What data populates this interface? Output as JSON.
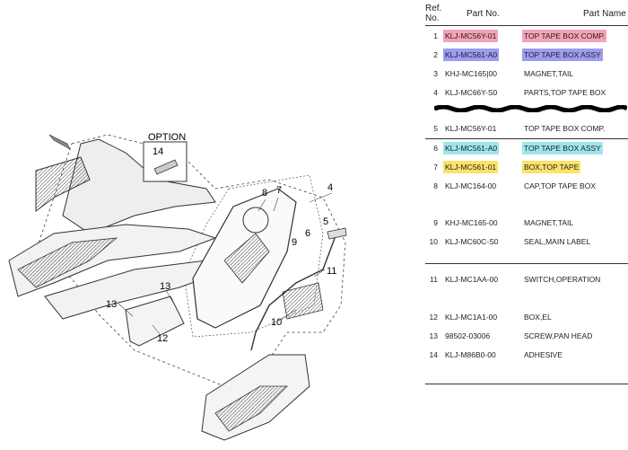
{
  "diagram": {
    "option_label": "OPTION",
    "callouts": [
      "4",
      "5",
      "6",
      "7",
      "8",
      "9",
      "10",
      "11",
      "12",
      "13",
      "13",
      "14"
    ]
  },
  "table": {
    "header": {
      "ref": "Ref.\nNo.",
      "part_no": "Part No.",
      "part_name": "Part Name"
    },
    "rows": [
      {
        "ref": "1",
        "part_no": "KLJ-MC56Y-01",
        "part_name": "TOP TAPE BOX COMP.",
        "hl": "pink"
      },
      {
        "ref": "2",
        "part_no": "KLJ-MC561-A0",
        "part_name": "TOP TAPE BOX ASSY",
        "hl": "blue"
      },
      {
        "ref": "3",
        "part_no": "KHJ-MC165|00",
        "part_name": "MAGNET,TAIL",
        "hl": ""
      },
      {
        "ref": "4",
        "part_no": "KLJ-MC66Y-S0",
        "part_name": "PARTS,TOP TAPE BOX",
        "hl": ""
      },
      {
        "ref": "5",
        "part_no": "KLJ-MC56Y-01",
        "part_name": "TOP TAPE BOX COMP.",
        "hl": ""
      },
      {
        "ref": "6",
        "part_no": "KLJ-MC561-A0",
        "part_name": "TOP TAPE BOX ASSY",
        "hl": "cyan"
      },
      {
        "ref": "7",
        "part_no": "KLJ-MC561-01",
        "part_name": "BOX,TOP TAPE",
        "hl": "yellow"
      },
      {
        "ref": "8",
        "part_no": "KLJ-MC164-00",
        "part_name": "CAP,TOP TAPE BOX",
        "hl": ""
      },
      {
        "ref": "9",
        "part_no": "KHJ-MC165-00",
        "part_name": "MAGNET,TAIL",
        "hl": ""
      },
      {
        "ref": "10",
        "part_no": "KLJ-MC60C-S0",
        "part_name": "SEAL,MAIN LABEL",
        "hl": ""
      },
      {
        "ref": "11",
        "part_no": "KLJ-MC1AA-00",
        "part_name": "SWITCH,OPERATION",
        "hl": ""
      },
      {
        "ref": "12",
        "part_no": "KLJ-MC1A1-00",
        "part_name": "BOX,EL",
        "hl": ""
      },
      {
        "ref": "13",
        "part_no": "98502-03006",
        "part_name": "SCREW,PAN HEAD",
        "hl": ""
      },
      {
        "ref": "14",
        "part_no": "KLJ-M86B0-00",
        "part_name": "ADHESIVE",
        "hl": ""
      }
    ]
  }
}
